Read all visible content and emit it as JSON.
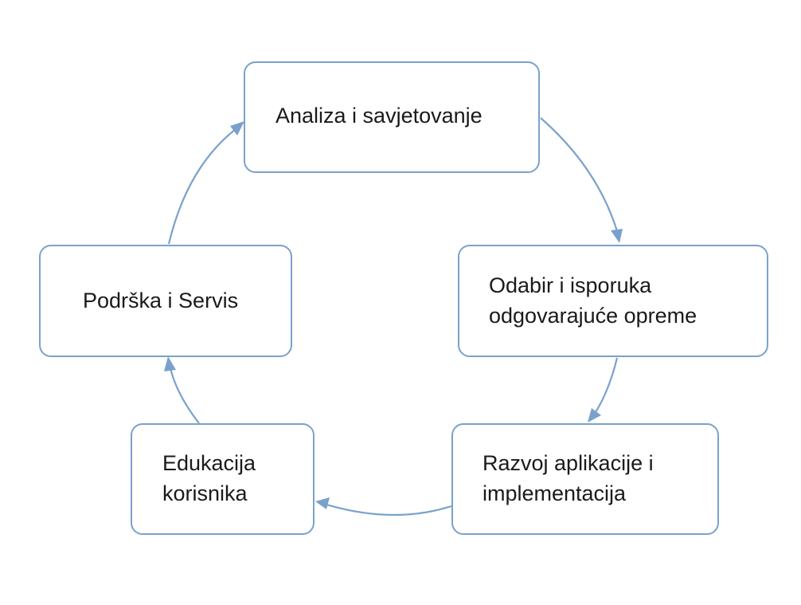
{
  "colors": {
    "box_border": "#7aa1cc",
    "arrow": "#7aa1cc",
    "text": "#1a1a1a",
    "background": "#ffffff"
  },
  "nodes": [
    {
      "id": "analiza",
      "lines": [
        "Analiza i savjetovanje"
      ]
    },
    {
      "id": "odabir",
      "lines": [
        "Odabir i isporuka",
        "odgovarajuće opreme"
      ]
    },
    {
      "id": "razvoj",
      "lines": [
        "Razvoj aplikacije i",
        "implementacija"
      ]
    },
    {
      "id": "edukacija",
      "lines": [
        "Edukacija",
        "korisnika"
      ]
    },
    {
      "id": "podrska",
      "lines": [
        "Podrška i Servis"
      ]
    }
  ],
  "edges": [
    {
      "from": "analiza",
      "to": "odabir"
    },
    {
      "from": "odabir",
      "to": "razvoj"
    },
    {
      "from": "razvoj",
      "to": "edukacija"
    },
    {
      "from": "edukacija",
      "to": "podrska"
    },
    {
      "from": "podrska",
      "to": "analiza"
    }
  ]
}
